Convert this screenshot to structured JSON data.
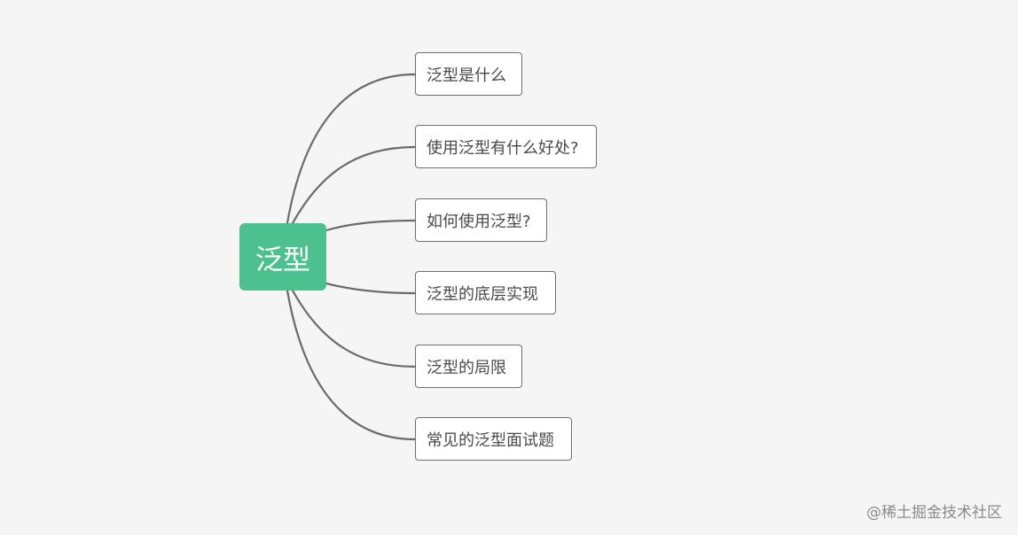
{
  "mindmap": {
    "root": {
      "label": "泛型"
    },
    "branches": [
      {
        "label": "泛型是什么"
      },
      {
        "label": "使用泛型有什么好处?"
      },
      {
        "label": "如何使用泛型?"
      },
      {
        "label": "泛型的底层实现"
      },
      {
        "label": "泛型的局限"
      },
      {
        "label": "常见的泛型面试题"
      }
    ]
  },
  "watermark": {
    "text": "@稀土掘金技术社区"
  },
  "colors": {
    "background": "#f5f5f5",
    "root_fill": "#4cc08e",
    "connector": "#6b6b6b",
    "branch_border": "#6f6f6f"
  }
}
